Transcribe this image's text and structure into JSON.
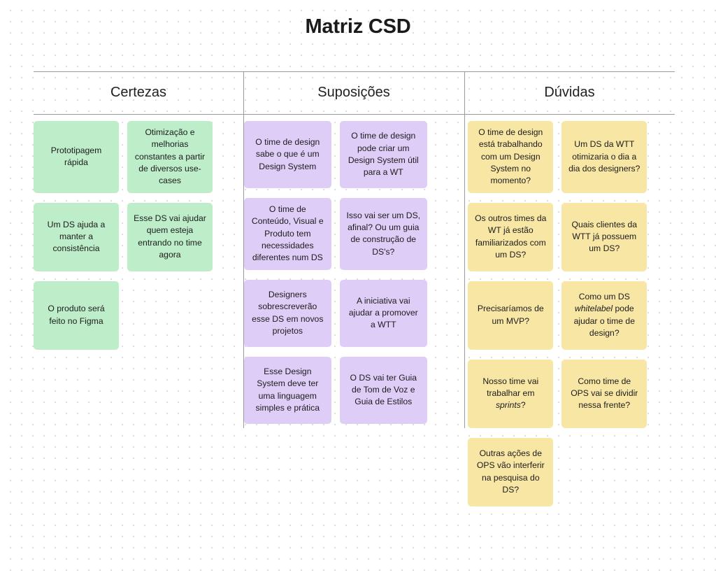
{
  "board": {
    "title": "Matriz CSD"
  },
  "columns": [
    {
      "id": "certezas",
      "header": "Certezas",
      "color": "#bdedc9",
      "cards": [
        {
          "text": "Prototipagem rápida"
        },
        {
          "text": "Otimização e melhorias constantes a partir de diversos use-cases"
        },
        {
          "text": "Um DS ajuda a manter a consistência"
        },
        {
          "text": "Esse DS vai ajudar quem esteja entrando no time agora"
        },
        {
          "text": "O produto será feito no Figma"
        }
      ]
    },
    {
      "id": "suposicoes",
      "header": "Suposições",
      "color": "#ddcdf7",
      "cards": [
        {
          "text": "O time de design sabe o que é um Design System"
        },
        {
          "text": "O time de design pode criar um Design System útil para a WT"
        },
        {
          "text": "O time de Conteúdo, Visual e Produto tem necessidades diferentes num DS"
        },
        {
          "text": "Isso vai ser um DS, afinal? Ou um guia de construção de DS's?"
        },
        {
          "text": "Designers sobrescreverão esse DS em novos projetos"
        },
        {
          "text": "A iniciativa vai ajudar a promover a WTT"
        },
        {
          "text": "Esse Design System deve ter uma linguagem simples e prática"
        },
        {
          "text": "O DS vai ter Guia de Tom de Voz e Guia de Estilos"
        }
      ]
    },
    {
      "id": "duvidas",
      "header": "Dúvidas",
      "color": "#f8e6a4",
      "cards": [
        {
          "text": "O time de design está trabalhando com um Design System no momento?"
        },
        {
          "text": "Um DS da WTT otimizaria o dia a dia dos designers?"
        },
        {
          "text": "Os outros times da WT já estão familiarizados com um DS?"
        },
        {
          "text": "Quais clientes da WTT já possuem um DS?"
        },
        {
          "text": "Precisaríamos de um MVP?"
        },
        {
          "text": "Como um DS ",
          "italic": "whitelabel",
          "text_after": " pode ajudar o time de design?"
        },
        {
          "text": "Nosso time vai trabalhar em ",
          "italic": "sprints",
          "text_after": "?"
        },
        {
          "text": "Como time de OPS vai se dividir nessa frente?"
        },
        {
          "text": "Outras ações de OPS vão interferir na pesquisa do DS?"
        }
      ]
    }
  ]
}
